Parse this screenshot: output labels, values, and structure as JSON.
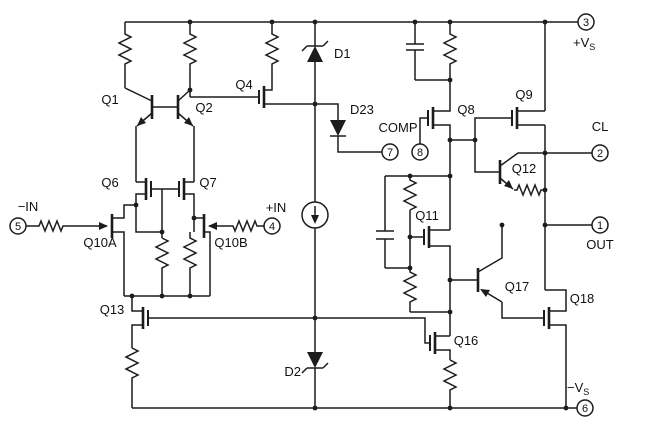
{
  "labels": {
    "q1": "Q1",
    "q2": "Q2",
    "q4": "Q4",
    "q6": "Q6",
    "q7": "Q7",
    "q8": "Q8",
    "q9": "Q9",
    "q10a": "Q10A",
    "q10b": "Q10B",
    "q11": "Q11",
    "q12": "Q12",
    "q13": "Q13",
    "q16": "Q16",
    "q17": "Q17",
    "q18": "Q18",
    "d1": "D1",
    "d2": "D2",
    "d23": "D23",
    "comp": "COMP",
    "cl": "CL",
    "out": "OUT",
    "in_minus": "−IN",
    "in_plus": "+IN",
    "vs_plus_main": "+V",
    "vs_plus_sub": "S",
    "vs_minus_main": "−V",
    "vs_minus_sub": "S"
  },
  "pins": {
    "p1": "1",
    "p2": "2",
    "p3": "3",
    "p4": "4",
    "p5": "5",
    "p6": "6",
    "p7": "7",
    "p8": "8"
  },
  "colors": {
    "ink": "#1c1c1c",
    "background": "#ffffff"
  }
}
